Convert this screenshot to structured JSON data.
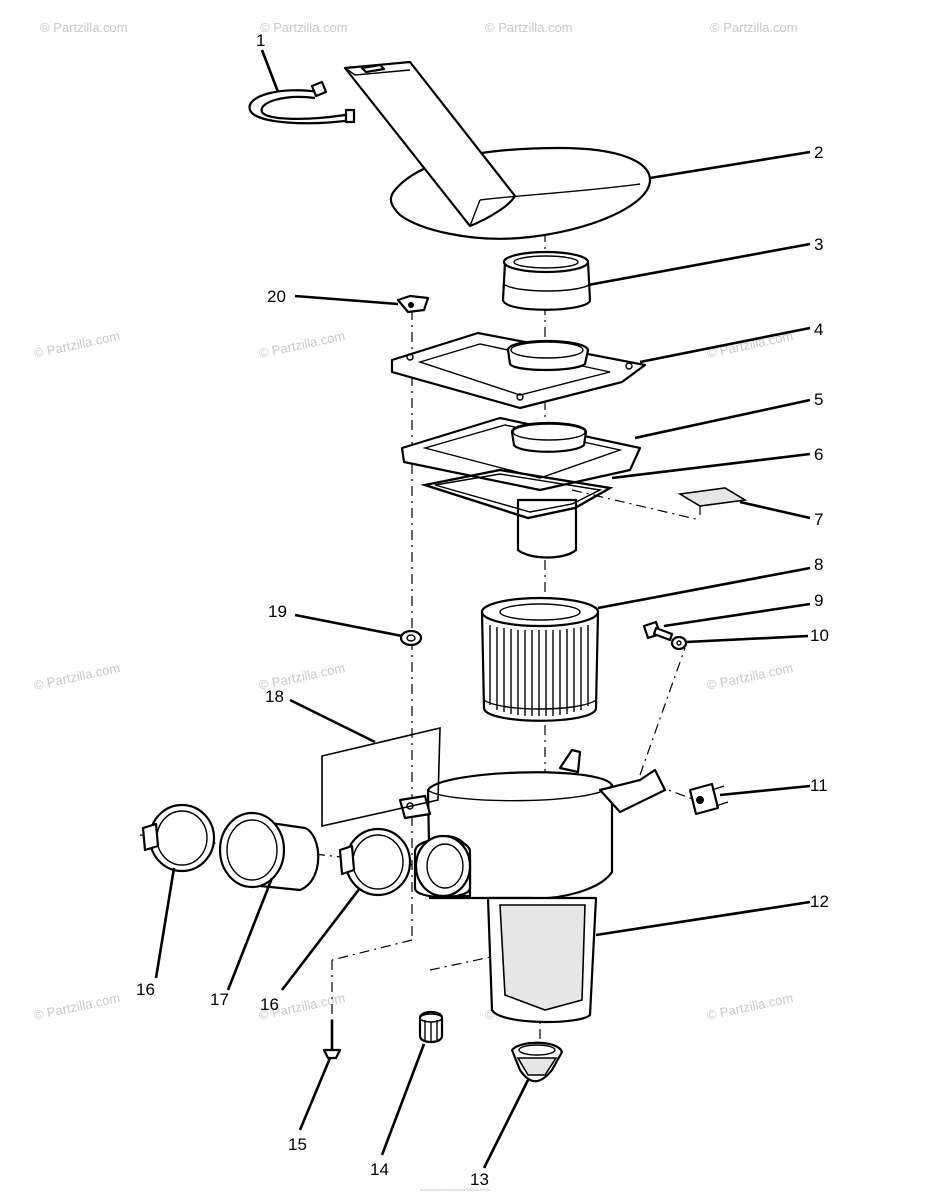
{
  "diagram": {
    "watermark_text": "© Partzilla.com",
    "footer_text": "~~~~~~~~~~~~~~~~~~~~",
    "callouts": [
      {
        "id": "c1",
        "label": "1"
      },
      {
        "id": "c2",
        "label": "2"
      },
      {
        "id": "c3",
        "label": "3"
      },
      {
        "id": "c4",
        "label": "4"
      },
      {
        "id": "c5",
        "label": "5"
      },
      {
        "id": "c6",
        "label": "6"
      },
      {
        "id": "c7",
        "label": "7"
      },
      {
        "id": "c8",
        "label": "8"
      },
      {
        "id": "c9",
        "label": "9"
      },
      {
        "id": "c10",
        "label": "10"
      },
      {
        "id": "c11",
        "label": "11"
      },
      {
        "id": "c12",
        "label": "12"
      },
      {
        "id": "c13",
        "label": "13"
      },
      {
        "id": "c14",
        "label": "14"
      },
      {
        "id": "c15",
        "label": "15"
      },
      {
        "id": "c16a",
        "label": "16"
      },
      {
        "id": "c16b",
        "label": "16"
      },
      {
        "id": "c17",
        "label": "17"
      },
      {
        "id": "c18",
        "label": "18"
      },
      {
        "id": "c19",
        "label": "19"
      },
      {
        "id": "c20",
        "label": "20"
      }
    ]
  }
}
